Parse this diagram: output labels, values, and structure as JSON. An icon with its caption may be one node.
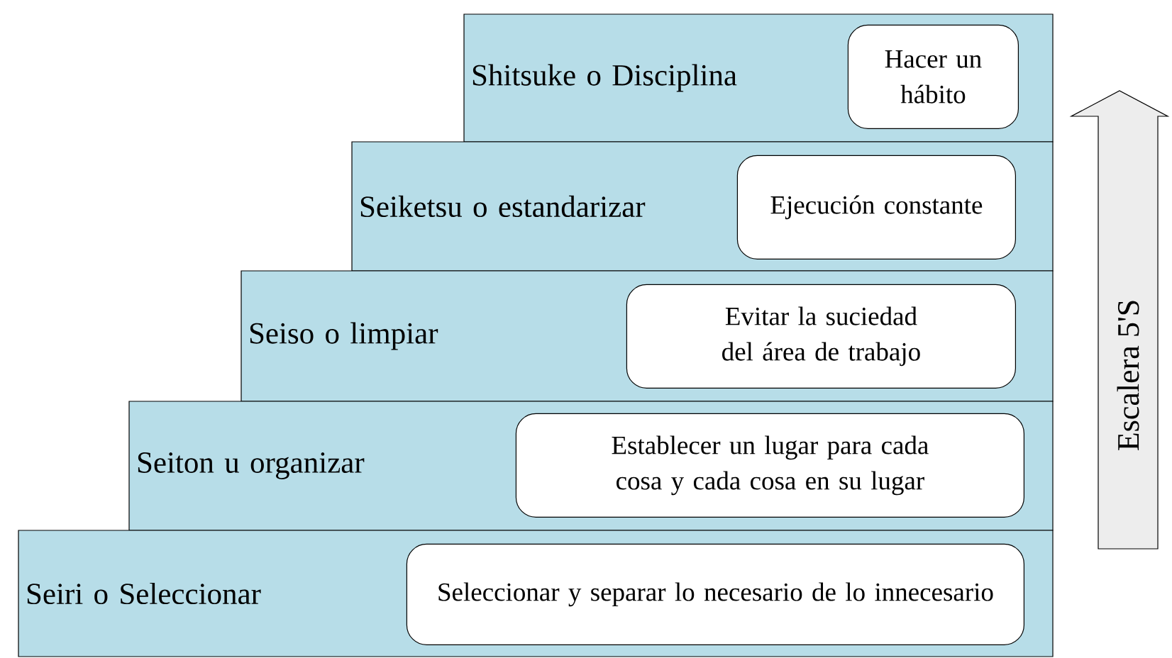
{
  "diagram": {
    "nodes": [
      {
        "text": [
          "Shitsuke o Disciplina"
        ]
      },
      {
        "text": [
          "Hacer un hábito"
        ],
        "in": 0
      },
      {
        "text": [
          "Seiketsu o estandarizar"
        ]
      },
      {
        "text": [
          "Ejecución constante"
        ],
        "in": 2
      },
      {
        "text": [
          "Seiso o limpiar"
        ]
      },
      {
        "text": [
          "Evitar la suciedad del área de trabajo"
        ],
        "in": 4
      },
      {
        "text": [
          "Seiton u organizar"
        ]
      },
      {
        "text": [
          "Establecer un lugar para cada cosa y cada cosa en su lugar"
        ],
        "in": 6
      },
      {
        "text": [
          "Seiri o Seleccionar"
        ]
      },
      {
        "text": [
          "Seleccionar y separar lo necesario de lo innecesario"
        ],
        "in": 8
      },
      {
        "text": [
          "Escalera 5'S"
        ]
      }
    ]
  }
}
